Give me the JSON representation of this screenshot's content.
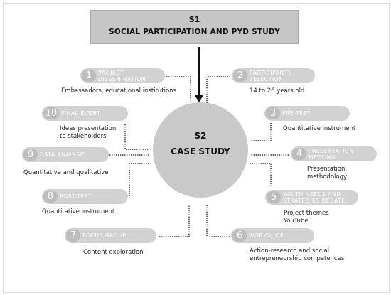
{
  "s1": {
    "code": "S1",
    "title": "SOCIAL PARTICIPATION AND PYD STUDY"
  },
  "s2": {
    "code": "S2",
    "title": "CASE STUDY"
  },
  "steps": [
    {
      "num": "1",
      "label_l1": "PROJECT",
      "label_l2": "DISSEMINATION",
      "desc_l1": "Embassadors, educational institutions",
      "desc_l2": ""
    },
    {
      "num": "2",
      "label_l1": "PARTICIPANTS",
      "label_l2": "SELECTION",
      "desc_l1": "14 to 26 years old",
      "desc_l2": ""
    },
    {
      "num": "3",
      "label_l1": "PRE-TEST",
      "label_l2": "",
      "desc_l1": "Quantitative instrument",
      "desc_l2": ""
    },
    {
      "num": "4",
      "label_l1": "PRESENTATION",
      "label_l2": "MEETING",
      "desc_l1": "Presentation,",
      "desc_l2": "methodology"
    },
    {
      "num": "5",
      "label_l1": "YOUTH NEEDS AND",
      "label_l2": "STRATEGIES DEBATE",
      "desc_l1": "Project themes",
      "desc_l2": "YouTube"
    },
    {
      "num": "6",
      "label_l1": "WORKSHOP",
      "label_l2": "",
      "desc_l1": "Action-research and social",
      "desc_l2": "entrepreneurship competences"
    },
    {
      "num": "7",
      "label_l1": "FOCUS GROUP",
      "label_l2": "",
      "desc_l1": "Content exploration",
      "desc_l2": ""
    },
    {
      "num": "8",
      "label_l1": "POST-TEST",
      "label_l2": "",
      "desc_l1": "Quantitative instrument",
      "desc_l2": ""
    },
    {
      "num": "9",
      "label_l1": "DATA ANALYSIS",
      "label_l2": "",
      "desc_l1": "Quantitative and qualitative",
      "desc_l2": ""
    },
    {
      "num": "10",
      "label_l1": "FINAL EVENT",
      "label_l2": "",
      "desc_l1": "Ideas presentation",
      "desc_l2": "to stakeholders"
    }
  ]
}
